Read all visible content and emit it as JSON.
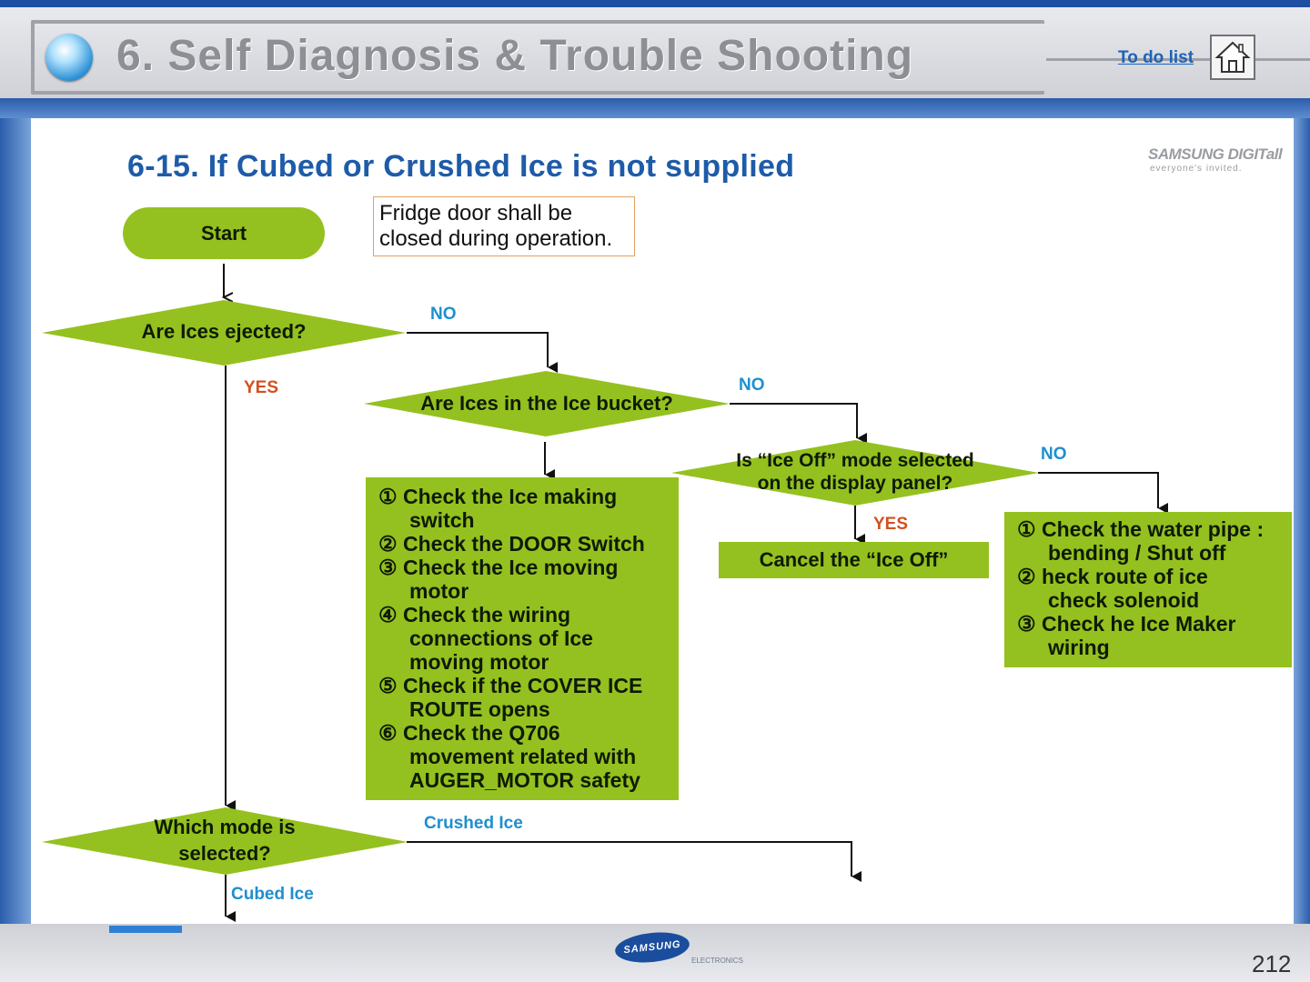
{
  "header": {
    "title": "6. Self Diagnosis & Trouble Shooting",
    "todo_link": "To do list",
    "home_icon": "home-icon"
  },
  "page": {
    "heading": "6-15. If Cubed or Crushed Ice is not supplied",
    "brand_top": "SAMSUNG DIGITall",
    "brand_top_sub": "everyone's invited.",
    "footer_logo": "SAMSUNG",
    "footer_logo_sub": "ELECTRONICS",
    "page_number": "212"
  },
  "note": {
    "line1": "Fridge door shall be",
    "line2": "closed during operation."
  },
  "flow": {
    "start": "Start",
    "q1": "Are Ices ejected?",
    "q2": "Are Ices in the Ice bucket?",
    "q3_line1": "Is “Ice Off” mode selected",
    "q3_line2": "on the display panel?",
    "q4_line1": "Which mode is",
    "q4_line2": "selected?",
    "cancel": "Cancel the “Ice Off”",
    "labels": {
      "no": "NO",
      "yes": "YES",
      "crushed": "Crushed Ice",
      "cubed": "Cubed Ice"
    },
    "box1": [
      {
        "text": "① Check the Ice making",
        "indent": false
      },
      {
        "text": "switch",
        "indent": true
      },
      {
        "text": "② Check the DOOR Switch",
        "indent": false
      },
      {
        "text": "③ Check the Ice moving",
        "indent": false
      },
      {
        "text": "motor",
        "indent": true
      },
      {
        "text": "④ Check the wiring",
        "indent": false
      },
      {
        "text": "connections of Ice",
        "indent": true
      },
      {
        "text": "moving motor",
        "indent": true
      },
      {
        "text": "⑤ Check if the COVER ICE",
        "indent": false
      },
      {
        "text": "ROUTE opens",
        "indent": true
      },
      {
        "text": "⑥ Check the Q706",
        "indent": false
      },
      {
        "text": "movement related with",
        "indent": true
      },
      {
        "text": "AUGER_MOTOR safety",
        "indent": true
      }
    ],
    "box3": [
      {
        "text": "① Check the water pipe :",
        "indent": false
      },
      {
        "text": "bending / Shut off",
        "indent": true
      },
      {
        "text": "② heck route of ice",
        "indent": false
      },
      {
        "text": "check solenoid",
        "indent": true
      },
      {
        "text": "③ Check he Ice Maker",
        "indent": false
      },
      {
        "text": "wiring",
        "indent": true
      }
    ]
  },
  "colors": {
    "node_green": "#94c11f",
    "heading_blue": "#1e5ba8",
    "label_no": "#1e8fcf",
    "label_yes": "#d2501e"
  }
}
